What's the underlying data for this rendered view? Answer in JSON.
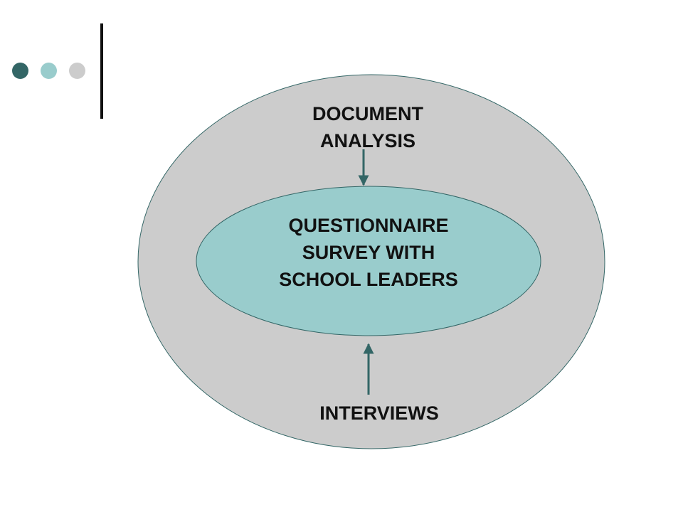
{
  "diagram": {
    "outer_label": [
      "DOCUMENT",
      "ANALYSIS"
    ],
    "inner_label": [
      "QUESTIONNAIRE",
      "SURVEY WITH",
      "SCHOOL LEADERS"
    ],
    "bottom_label": "INTERVIEWS"
  },
  "colors": {
    "outer_fill": "#cccccc",
    "inner_fill": "#99cccc",
    "outline": "#336666",
    "arrow": "#336666",
    "dot_dark": "#336666",
    "dot_teal": "#99cccc",
    "dot_gray": "#cccccc",
    "bar": "#111111",
    "text": "#111111"
  }
}
